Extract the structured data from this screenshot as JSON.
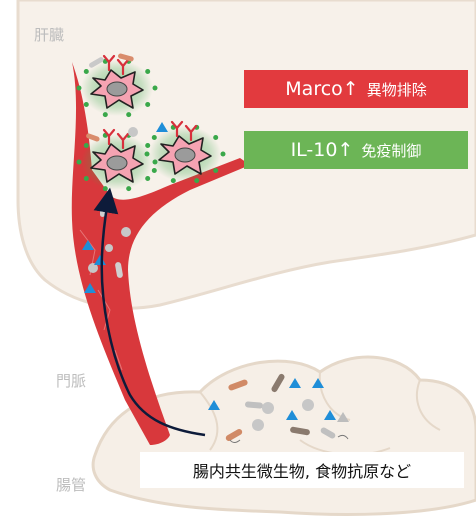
{
  "labels": {
    "liver": "肝臓",
    "portal_vein": "門脈",
    "intestine": "腸管"
  },
  "badges": {
    "marco": {
      "main": "Marco↑",
      "sub": "異物排除",
      "color": "#e23a3e"
    },
    "il10": {
      "main": "IL-10↑",
      "sub": "免疫制御",
      "color": "#6cb556"
    }
  },
  "caption": "腸内共生微生物, 食物抗原など",
  "colors": {
    "liver_fill": "#f7f1ea",
    "liver_edge": "#e8dccf",
    "vein": "#d8383c",
    "gut_fill": "#f6efe7",
    "gut_edge": "#e5d8c9",
    "cell_fill": "#f5a3b2",
    "cell_edge": "#222222",
    "nucleus": "#9b9b9b",
    "halo": "#3aa84a",
    "receptor": "#d8303c",
    "antigen_triangle": "#1f8ed8",
    "arrow": "#0d1b3a"
  }
}
